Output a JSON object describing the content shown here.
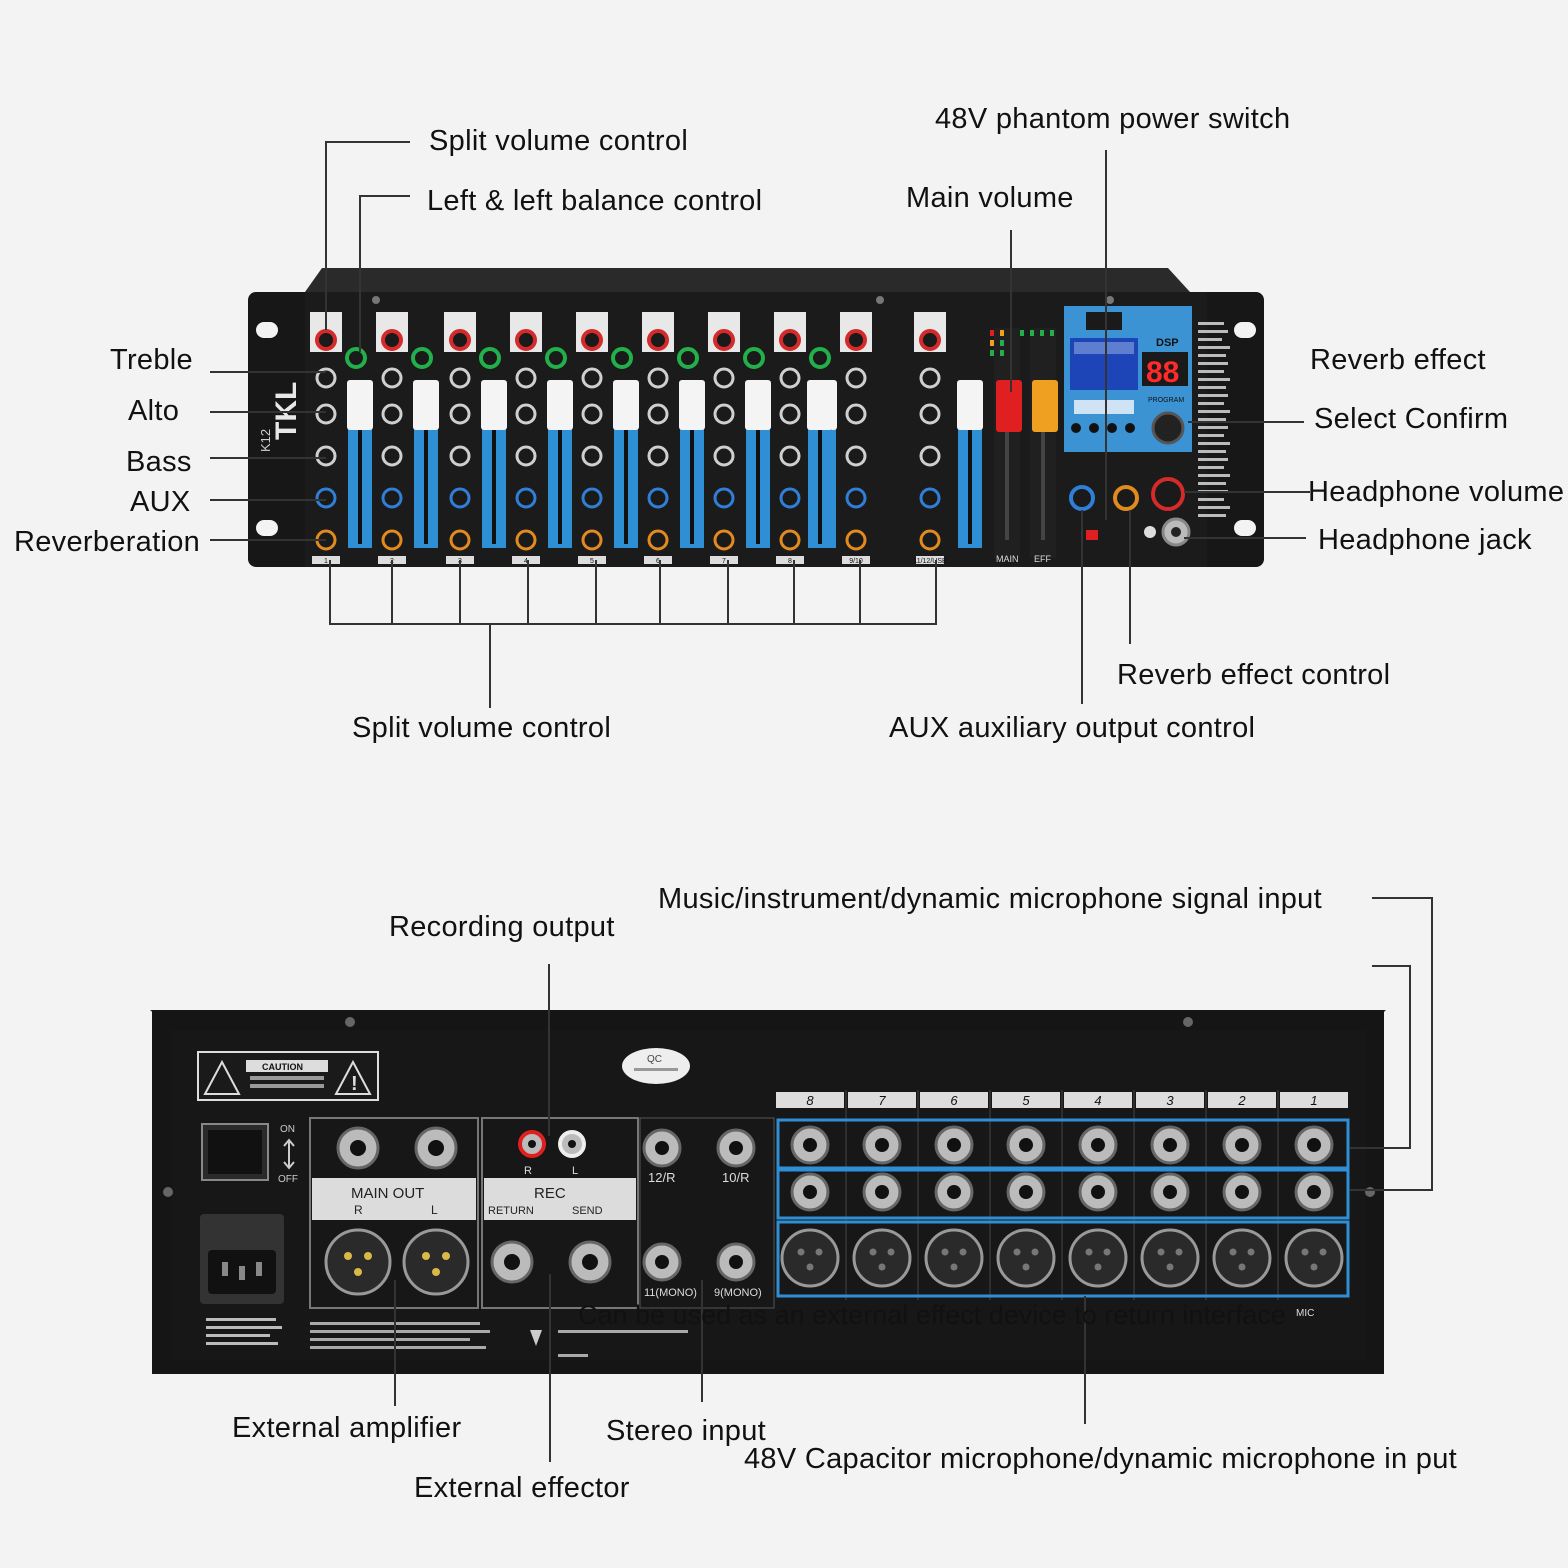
{
  "front_panel": {
    "brand": "TKL",
    "model": "K12",
    "display_digits": "88",
    "dsp_label": "DSP",
    "program_label": "PROGRAM",
    "main_label": "MAIN",
    "eff_label": "EFF",
    "channel_labels": [
      "1",
      "2",
      "3",
      "4",
      "5",
      "6",
      "7",
      "8",
      "9/10",
      "11/12/USB"
    ]
  },
  "rear_panel": {
    "caution_label": "CAUTION",
    "on_label": "ON",
    "off_label": "OFF",
    "main_out_label": "MAIN OUT",
    "main_out_r": "R",
    "main_out_l": "L",
    "rec_label": "REC",
    "rec_r": "R",
    "rec_l": "L",
    "return_label": "RETURN",
    "send_label": "SEND",
    "stereo_jacks": [
      "12/R",
      "10/R",
      "11(MONO)",
      "9(MONO)"
    ],
    "channel_numbers": [
      "8",
      "7",
      "6",
      "5",
      "4",
      "3",
      "2",
      "1"
    ],
    "qc_label": "QC",
    "mic_label": "MIC"
  },
  "callouts": {
    "split_volume_top": "Split volume control",
    "left_balance": "Left & left balance control",
    "phantom_switch": "48V phantom power switch",
    "main_volume": "Main volume",
    "treble": "Treble",
    "alto": "Alto",
    "bass": "Bass",
    "aux": "AUX",
    "reverberation": "Reverberation",
    "reverb_effect": "Reverb effect",
    "select_confirm": "Select Confirm",
    "headphone_volume": "Headphone volume",
    "headphone_jack": "Headphone jack",
    "split_volume_bottom": "Split volume control",
    "reverb_effect_control": "Reverb effect control",
    "aux_output": "AUX auxiliary output control",
    "music_input": "Music/instrument/dynamic microphone signal input",
    "recording_output": "Recording output",
    "external_effect_overlay": "Can be used as an external effect device to return interface",
    "external_amplifier": "External amplifier",
    "stereo_input": "Stereo input",
    "capacitor_mic": "48V Capacitor microphone/dynamic microphone in put",
    "external_effector": "External effector"
  },
  "colors": {
    "background": "#f3f3f3",
    "panel": "#1a1a1a",
    "accent_blue": "#2f8fd4",
    "fader_red": "#e02020",
    "fader_orange": "#f0a020",
    "knob_green": "#22b04a",
    "knob_red": "#d42a2a",
    "knob_blue": "#2f7fd8",
    "knob_orange": "#e08a20",
    "display_red": "#ff2a2a"
  }
}
